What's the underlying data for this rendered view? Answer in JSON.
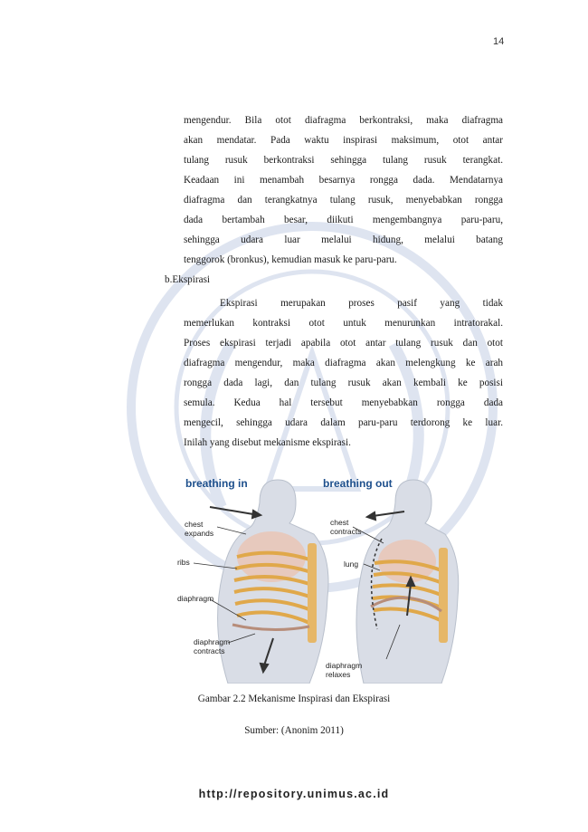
{
  "page_number": "14",
  "paragraph1": [
    "mengendur. Bila otot diafragma berkontraksi, maka diafragma",
    "akan mendatar. Pada waktu inspirasi maksimum, otot antar",
    "tulang rusuk berkontraksi sehingga tulang rusuk terangkat.",
    "Keadaan ini menambah besarnya rongga dada. Mendatarnya",
    "diafragma dan terangkatnya tulang rusuk, menyebabkan rongga",
    "dada bertambah besar, diikuti mengembangnya paru-paru,",
    "sehingga udara luar melalui hidung, melalui batang",
    "tenggorok (bronkus), kemudian masuk ke paru-paru."
  ],
  "section_heading": "b.Ekspirasi",
  "paragraph2": [
    "Ekspirasi merupakan proses pasif yang tidak",
    "memerlukan kontraksi otot untuk menurunkan intratorakal.",
    "Proses ekspirasi terjadi apabila otot antar tulang rusuk dan otot",
    "diafragma mengendur, maka diafragma akan melengkung ke arah",
    "rongga dada lagi, dan tulang rusuk akan kembali ke posisi",
    "semula. Kedua hal tersebut menyebabkan rongga dada",
    "mengecil, sehingga udara dalam paru-paru terdorong ke luar.",
    "Inilah yang disebut mekanisme ekspirasi."
  ],
  "figure": {
    "title_left": "breathing in",
    "title_right": "breathing out",
    "labels": {
      "chest_expands_1": "chest",
      "chest_expands_2": "expands",
      "ribs": "ribs",
      "diaphragm": "diaphragm",
      "diaphragm_contracts_1": "diaphragm",
      "diaphragm_contracts_2": "contracts",
      "chest_contracts_1": "chest",
      "chest_contracts_2": "contracts",
      "lung": "lung",
      "diaphragm_relaxes_1": "diaphragm",
      "diaphragm_relaxes_2": "relaxes"
    }
  },
  "caption": "Gambar 2.2  Mekanisme Inspirasi dan Ekspirasi",
  "source": "Sumber: (Anonim 2011)",
  "footer_url": "http://repository.unimus.ac.id",
  "colors": {
    "watermark": "#3a5fa8",
    "figure_title": "#1d4f8c",
    "ribs": "#e0a84a",
    "body": "#d9dde6"
  }
}
